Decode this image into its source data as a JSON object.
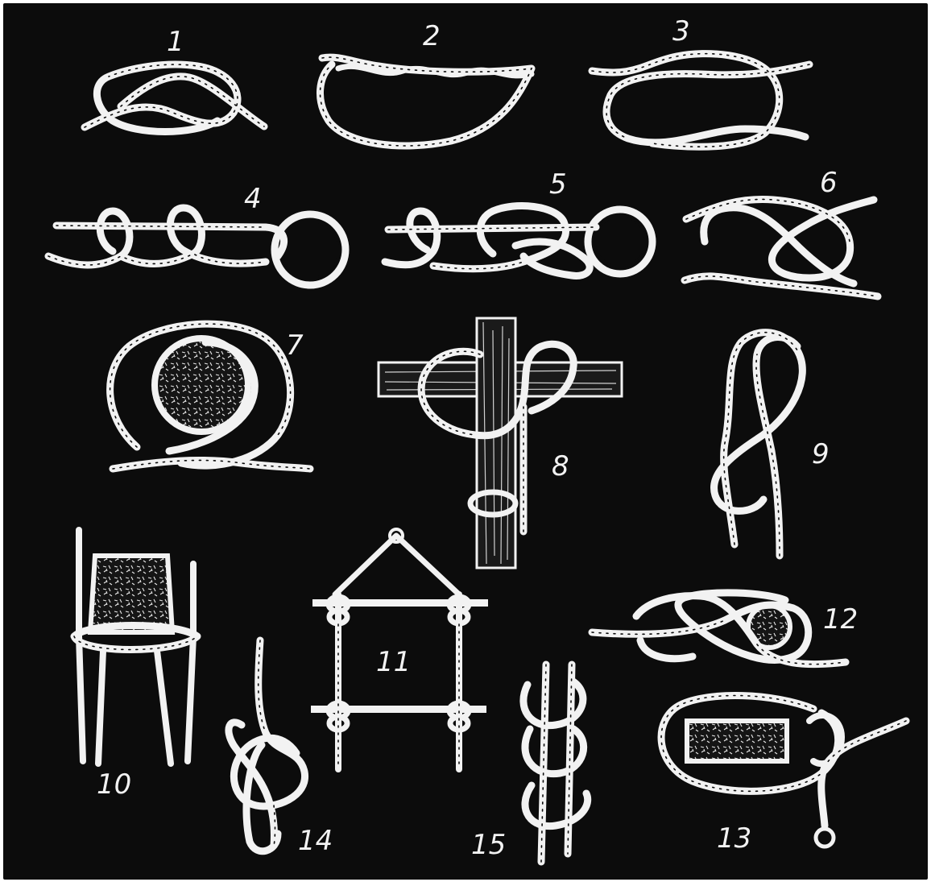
{
  "plate": {
    "background": "#0c0c0c",
    "rope_color": "#f2f2f2",
    "page_color": "#ffffff"
  },
  "labels": {
    "l1": "1",
    "l2": "2",
    "l3": "3",
    "l4": "4",
    "l5": "5",
    "l6": "6",
    "l7": "7",
    "l8": "8",
    "l9": "9",
    "l10": "10",
    "l11": "11",
    "l12": "12",
    "l13": "13",
    "l14": "14",
    "l15": "15"
  }
}
